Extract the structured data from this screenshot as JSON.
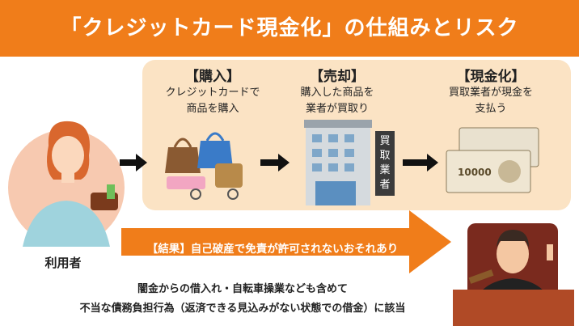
{
  "title": "「クレジットカード現金化」の仕組みとリスク",
  "steps": [
    {
      "head": "【購入】",
      "line1": "クレジットカードで",
      "line2": "商品を購入"
    },
    {
      "head": "【売却】",
      "line1": "購入した商品を",
      "line2": "業者が買取り"
    },
    {
      "head": "【現金化】",
      "line1": "買取業者が現金を",
      "line2": "支払う"
    }
  ],
  "sign_text": "買取業者",
  "banknote_text": "10000",
  "user_label": "利用者",
  "result_text": "【結果】自己破産で免責が許可されないおそれあり",
  "note_line1": "闇金からの借入れ・自転車操業なども含めて",
  "note_line2": "不当な債務負担行為（返済できる見込みがない状態での借金）に該当",
  "colors": {
    "accent": "#f07d1a",
    "panel": "#fbe3c4"
  }
}
